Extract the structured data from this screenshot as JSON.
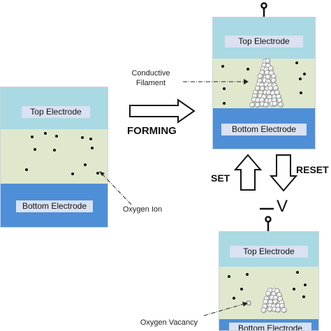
{
  "labels": {
    "top_electrode": "Top Electrode",
    "bottom_electrode": "Bottom Electrode"
  },
  "annotations": {
    "conductive_filament_line1": "Conductive",
    "conductive_filament_line2": "Filament",
    "oxygen_ion": "Oxygen Ion",
    "oxygen_vacancy": "Oxygen Vacancy"
  },
  "transitions": {
    "forming": "FORMING",
    "set": "SET",
    "reset": "RESET",
    "negative_voltage": "V"
  },
  "colors": {
    "top_electrode": "#a9d9e3",
    "oxide_layer": "#dfe8cd",
    "bottom_electrode": "#4f8fd8",
    "label_box": "#d9e1f2"
  }
}
